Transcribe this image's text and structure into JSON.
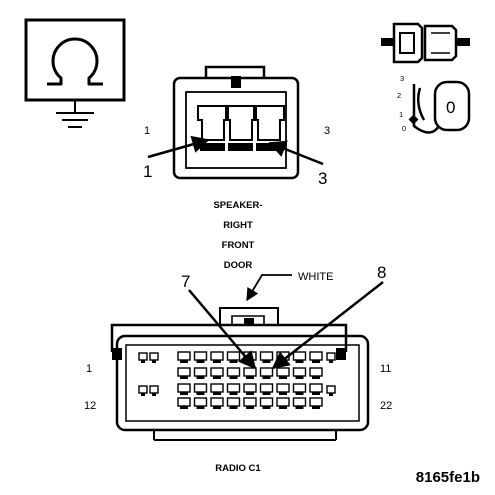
{
  "ground_symbol": {
    "icon": "ohm-ground-icon"
  },
  "ignition_icons": {
    "key_icon": "ignition-key-icon",
    "switch_icon": "ignition-switch-icon",
    "positions": [
      "3",
      "2",
      "1",
      "0"
    ],
    "key_face": "0"
  },
  "speaker_connector": {
    "title_lines": [
      "SPEAKER-",
      "RIGHT",
      "FRONT",
      "DOOR"
    ],
    "pin_numbers_small": [
      "1",
      "3"
    ],
    "callouts": [
      "1",
      "3"
    ]
  },
  "radio_connector": {
    "title": "RADIO C1",
    "wire_label": "WHITE",
    "pin_numbers_small": [
      "1",
      "11",
      "12",
      "22"
    ],
    "callouts": [
      "7",
      "8"
    ]
  },
  "figure_code": "8165fe1b"
}
